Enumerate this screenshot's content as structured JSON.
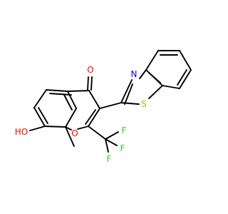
{
  "molecule": {
    "atom_labels": {
      "carbonyl_oxygen": "O",
      "ring_oxygen": "O",
      "hydroxyl": "HO",
      "nitrogen": "N",
      "sulfur": "S",
      "fluorine_1": "F",
      "fluorine_2": "F",
      "fluorine_3": "F"
    },
    "colors": {
      "bond": "#000000",
      "carbon_text": "#000000",
      "oxygen": "#ff0000",
      "nitrogen": "#0000ff",
      "sulfur": "#b2b200",
      "fluorine": "#33cc33"
    }
  }
}
